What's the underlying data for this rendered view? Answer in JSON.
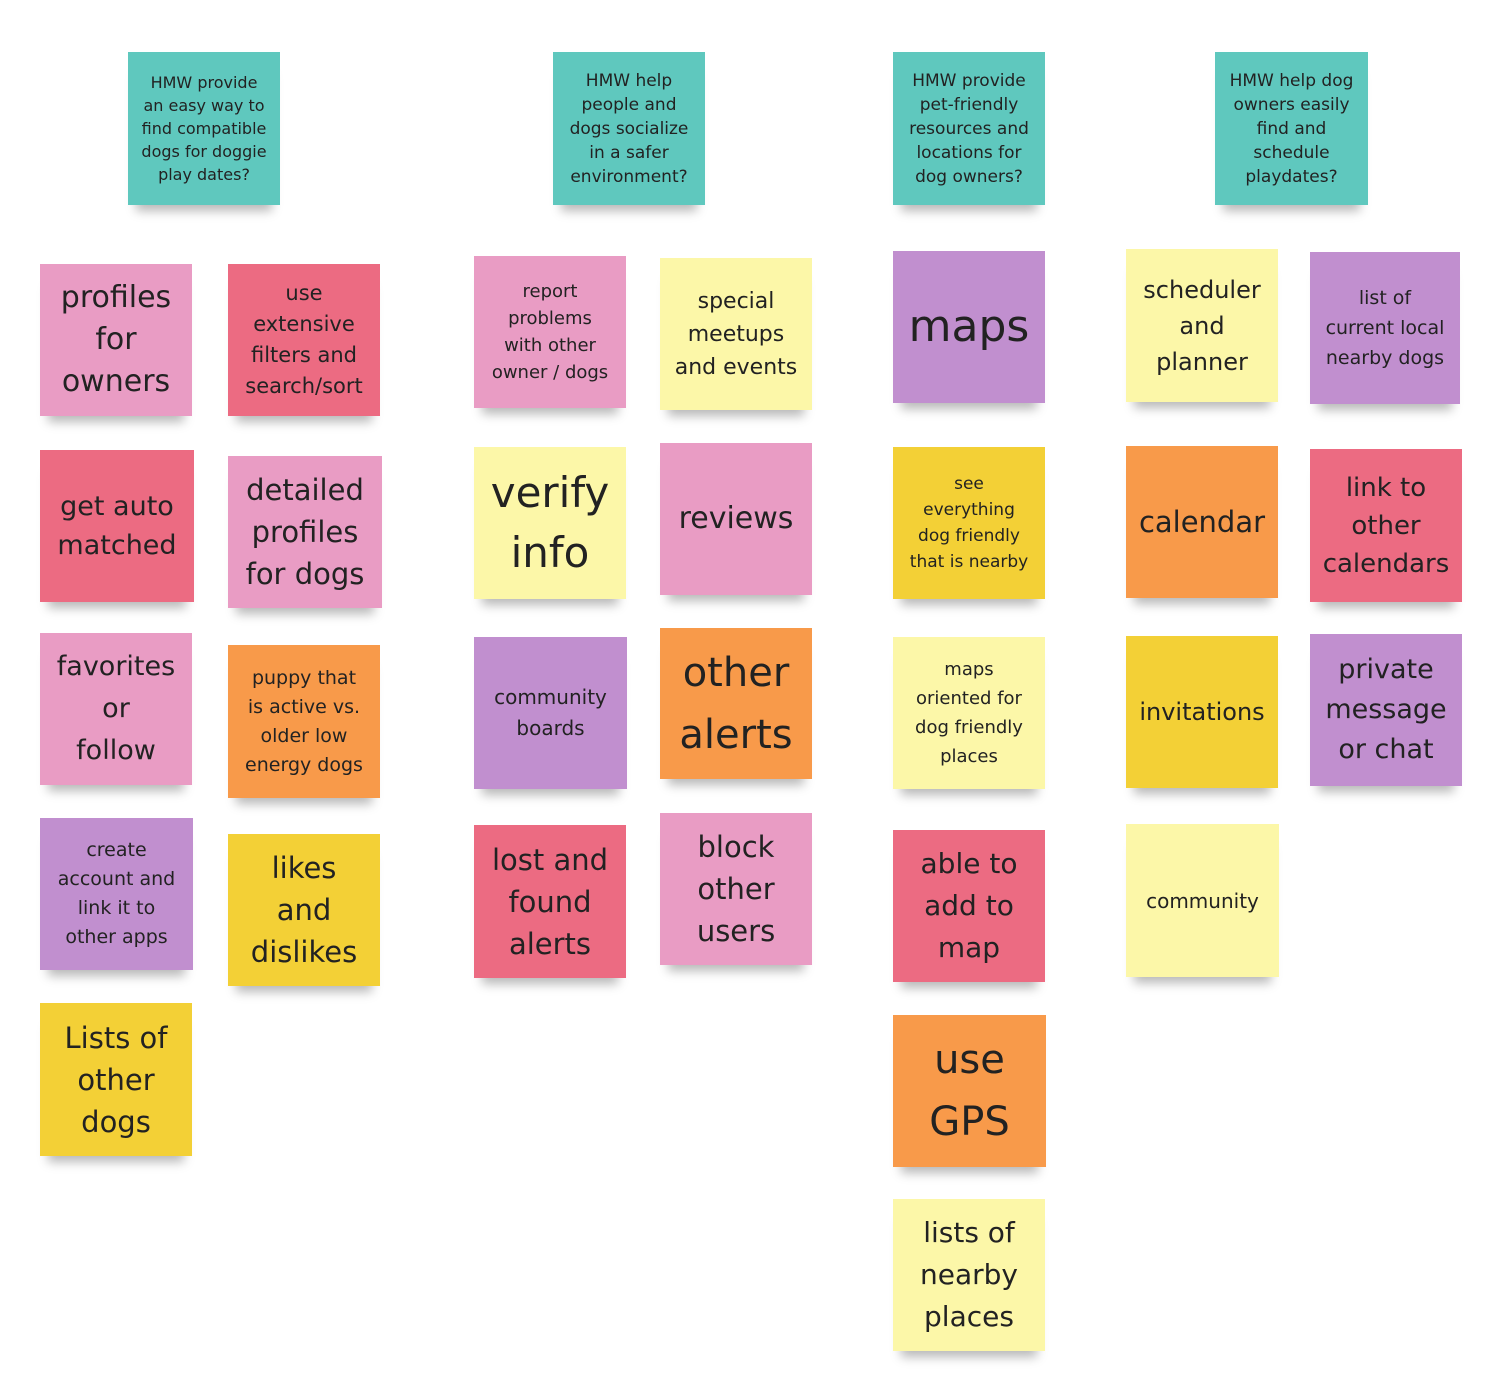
{
  "colors": {
    "teal": "#5fc8be",
    "pink": "#e99cc4",
    "red": "#ec6b82",
    "purple": "#c18fcf",
    "yellow": "#f3d036",
    "light_yellow": "#fcf7a8",
    "orange": "#f89a4a"
  },
  "headers": [
    "HMW provide\nan easy way to\nfind compatible\ndogs for doggie\nplay dates?",
    "HMW help\npeople and\ndogs socialize\nin a safer\nenvironment?",
    "HMW provide\npet-friendly\nresources and\nlocations for\ndog owners?",
    "HMW help dog\nowners easily\nfind and\nschedule\nplaydates?"
  ],
  "notes": {
    "profiles_owners": "profiles\nfor\nowners",
    "use_filters": "use\nextensive\nfilters and\nsearch/sort",
    "get_auto_matched": "get auto\nmatched",
    "detailed_profiles": "detailed\nprofiles\nfor dogs",
    "favorites_follow": "favorites\nor\nfollow",
    "puppy_active": "puppy that\nis active vs.\nolder low\nenergy dogs",
    "create_account": "create\naccount and\nlink it to\nother apps",
    "likes_dislikes": "likes\nand\ndislikes",
    "lists_other_dogs": "Lists of\nother\ndogs",
    "report_problems": "report\nproblems\nwith other\nowner / dogs",
    "special_meetups": "special\nmeetups\nand events",
    "verify_info": "verify\ninfo",
    "reviews": "reviews",
    "community_boards": "community\nboards",
    "other_alerts": "other\nalerts",
    "lost_found": "lost and\nfound\nalerts",
    "block_users": "block\nother\nusers",
    "maps": "maps",
    "see_everything": "see\neverything\ndog friendly\nthat is nearby",
    "maps_oriented": "maps\noriented for\ndog friendly\nplaces",
    "able_to_add": "able to\nadd to\nmap",
    "use_gps": "use\nGPS",
    "lists_nearby_places": "lists of\nnearby\nplaces",
    "scheduler_planner": "scheduler\nand\nplanner",
    "list_local_dogs": "list of\ncurrent local\nnearby dogs",
    "calendar": "calendar",
    "link_calendars": "link to\nother\ncalendars",
    "invitations": "invitations",
    "private_message": "private\nmessage\nor chat",
    "community": "community"
  }
}
